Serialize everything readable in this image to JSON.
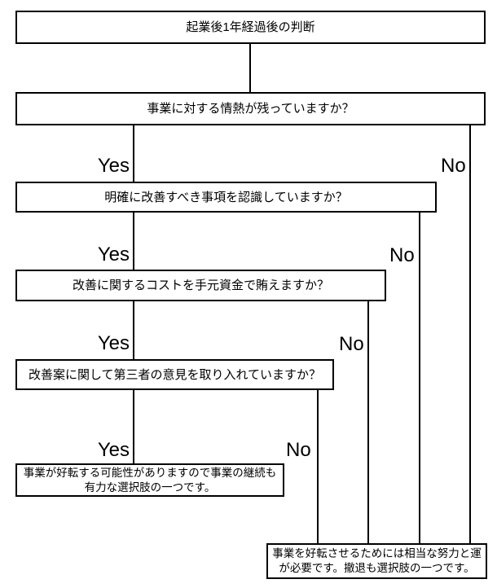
{
  "diagram": {
    "title": "起業後1年経過後の判断",
    "questions": {
      "q1": "事業に対する情熱が残っていますか？",
      "q2": "明確に改善すべき事項を認識していますか？",
      "q3": "改善に関するコストを手元資金で賄えますか？",
      "q4": "改善案に関して第三者の意見を取り入れていますか？"
    },
    "outcomes": {
      "continue": "事業が好転する可能性がありますので事業の継続も有力な選択肢の一つです。",
      "withdraw": "事業を好転させるためには相当な努力と運が必要です。撤退も選択肢の一つです。"
    },
    "branch_labels": {
      "yes": "Yes",
      "no": "No"
    },
    "colors": {
      "background": "#ffffff",
      "line": "#000000",
      "text": "#000000"
    }
  }
}
